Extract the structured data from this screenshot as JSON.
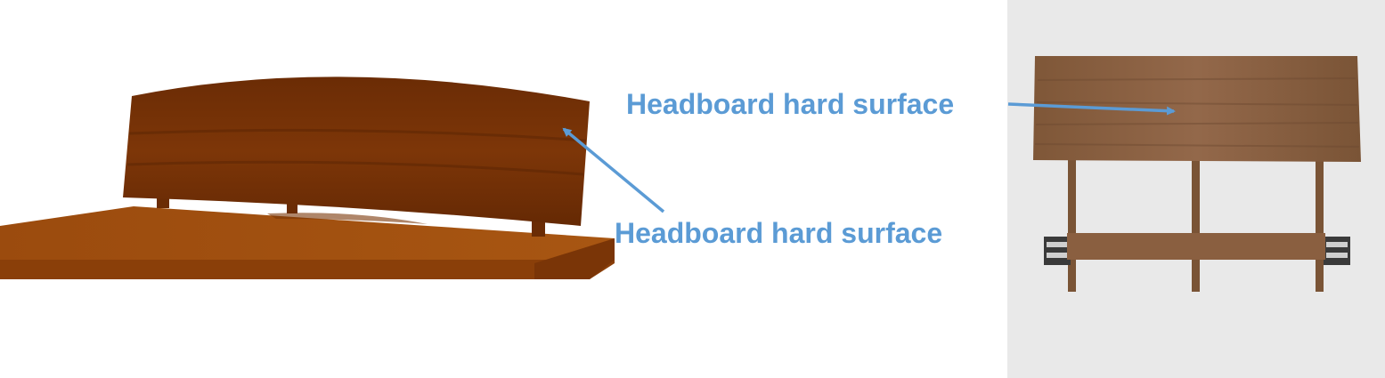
{
  "annotations": {
    "label_color": "#5b9bd5",
    "arrow_color": "#5b9bd5",
    "top_label": "Headboard hard surface",
    "bottom_label": "Headboard hard surface"
  },
  "images": {
    "left": {
      "subject": "rendered-bed-headboard",
      "colors": {
        "headboard": "#7a3408",
        "headboard_shade": "#5e2604",
        "bed_top": "#a4500f",
        "bed_side": "#8a3f09"
      }
    },
    "right": {
      "subject": "photo-wood-headboard",
      "colors": {
        "background": "#e9e9e9",
        "wood": "#8c6140",
        "wood_dark": "#6d4a30",
        "bracket": "#3a3a3a"
      }
    }
  }
}
